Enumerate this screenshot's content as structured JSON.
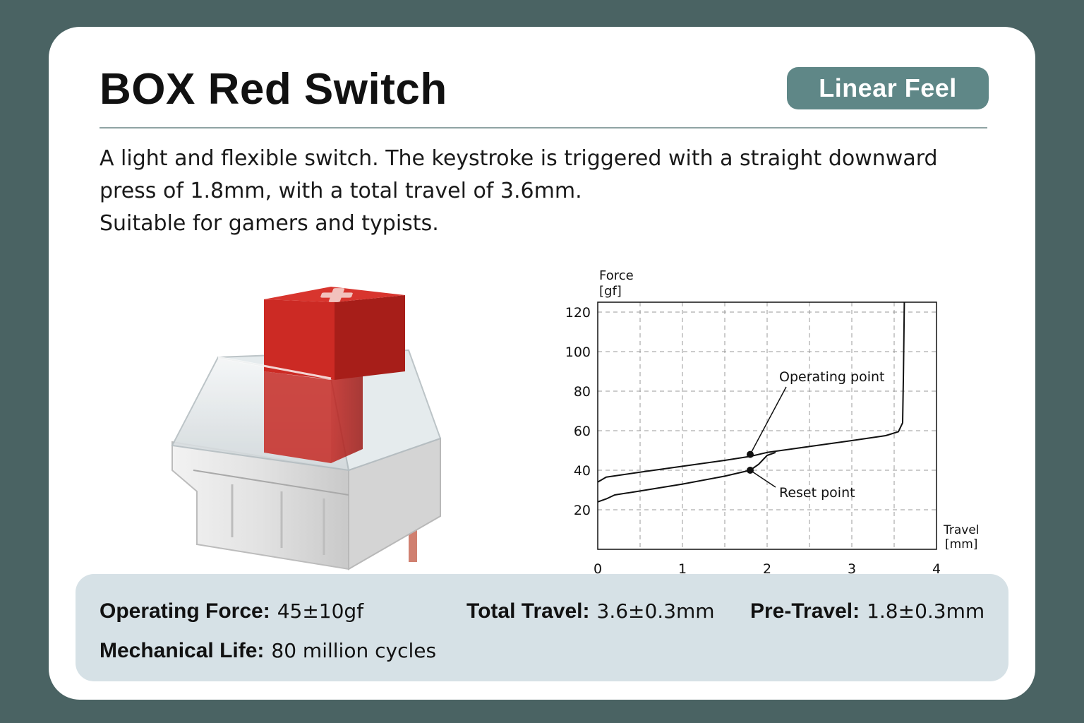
{
  "header": {
    "title": "BOX Red Switch",
    "badge": "Linear Feel"
  },
  "description": {
    "line1": "A light and flexible switch. The keystroke is triggered with a straight downward",
    "line2": "press of 1.8mm, with a total travel of 3.6mm.",
    "line3": "Suitable for gamers and typists."
  },
  "colors": {
    "background": "#4a6363",
    "badge": "#5f8787",
    "stem": "#cc2a24",
    "spec_panel": "#d6e1e6"
  },
  "image": {
    "icon": "mechanical-switch-icon"
  },
  "chart_data": {
    "type": "line",
    "ylabel_top": "Force",
    "ylabel_unit": "[gf]",
    "xlabel_top": "Travel",
    "xlabel_unit": "[mm]",
    "xlim": [
      0,
      4
    ],
    "ylim": [
      0,
      125
    ],
    "xticks": [
      0,
      1,
      2,
      3,
      4
    ],
    "yticks": [
      20,
      40,
      60,
      80,
      100,
      120
    ],
    "grid": true,
    "series": [
      {
        "values": [
          [
            0,
            34
          ],
          [
            0.1,
            36.5
          ],
          [
            0.5,
            39
          ],
          [
            1.0,
            42
          ],
          [
            1.5,
            45
          ],
          [
            1.8,
            47
          ],
          [
            2.0,
            49
          ],
          [
            2.5,
            52
          ],
          [
            3.0,
            55
          ],
          [
            3.4,
            57.5
          ],
          [
            3.55,
            59.5
          ],
          [
            3.6,
            64
          ],
          [
            3.61,
            90
          ],
          [
            3.62,
            125
          ]
        ]
      },
      {
        "values": [
          [
            0,
            24
          ],
          [
            0.1,
            25.5
          ],
          [
            0.2,
            27.5
          ],
          [
            0.5,
            29.5
          ],
          [
            1.0,
            33
          ],
          [
            1.5,
            37
          ],
          [
            1.8,
            40
          ],
          [
            1.9,
            43
          ],
          [
            2.0,
            47.5
          ],
          [
            2.1,
            49
          ]
        ]
      }
    ],
    "annotations": [
      {
        "label": "Operating point",
        "x": 1.8,
        "y": 48
      },
      {
        "label": "Reset point",
        "x": 1.8,
        "y": 40
      }
    ]
  },
  "specs": {
    "operating_force_label": "Operating Force:",
    "operating_force_value": "45±10gf",
    "total_travel_label": "Total Travel:",
    "total_travel_value": "3.6±0.3mm",
    "pre_travel_label": "Pre-Travel:",
    "pre_travel_value": "1.8±0.3mm",
    "mechanical_life_label": "Mechanical Life:",
    "mechanical_life_value": "80 million cycles"
  }
}
